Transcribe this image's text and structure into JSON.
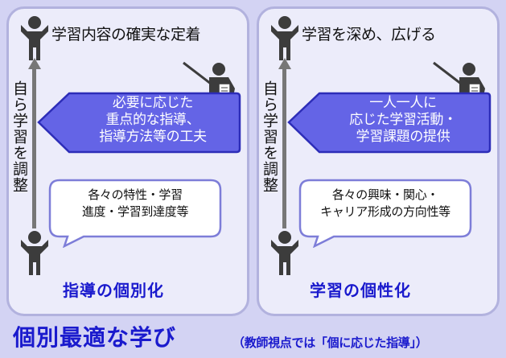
{
  "left": {
    "goal": "学習内容の確実な定着",
    "side": "自ら学習を調整",
    "callout": [
      "必要に応じた",
      "重点的な指導、",
      "指導方法等の工夫"
    ],
    "bubble": [
      "各々の特性・学習",
      "進度・学習到達度等"
    ],
    "label": "指導の個別化"
  },
  "right": {
    "goal": "学習を深め、広げる",
    "side": "自ら学習を調整",
    "callout": [
      "一人一人に",
      "応じた学習活動・",
      "学習課題の提供"
    ],
    "bubble": [
      "各々の興味・関心・",
      "キャリア形成の方向性等"
    ],
    "label": "学習の個性化"
  },
  "footer": {
    "title": "個別最適な学び",
    "note": "（教師視点では「個に応じた指導」）"
  },
  "colors": {
    "background": "#d3d3f3",
    "panel": "#ececfa",
    "panel_border": "#b2b2de",
    "callout": "#6464e6",
    "accent_text": "#1a1acd",
    "figure": "#3c3c3c",
    "arrow": "#777777"
  }
}
